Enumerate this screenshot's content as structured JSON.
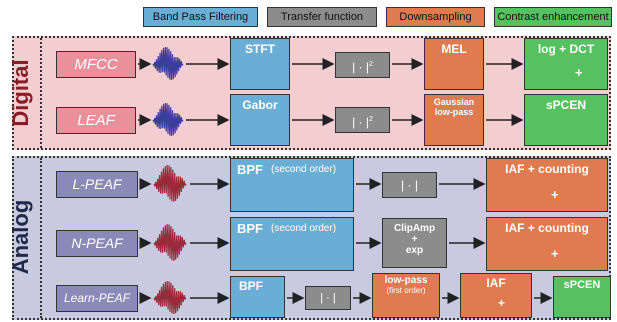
{
  "legend": {
    "band_pass": "Band Pass Filtering",
    "transfer": "Transfer function",
    "downsampling": "Downsampling",
    "contrast": "Contrast enhancement"
  },
  "sections": {
    "digital": "Digital",
    "analog": "Analog"
  },
  "colors": {
    "band_pass": "#6aaed6",
    "transfer": "#8c8c8c",
    "downsampling": "#e07b4f",
    "contrast": "#55c160",
    "digital_bg": "#f3cdd0",
    "analog_bg": "#c9c9e0",
    "method_digital": "#e8919a",
    "method_analog": "#8a8ab8"
  },
  "rows": {
    "mfcc": {
      "method": "MFCC",
      "b1": "STFT",
      "b2": "| · |",
      "b2_sup": "2",
      "b3": "MEL",
      "b4": "log + DCT",
      "b4_plus": "+"
    },
    "leaf": {
      "method": "LEAF",
      "b1": "Gabor",
      "b2": "| · |",
      "b2_sup": "2",
      "b3_line1": "Gaussian",
      "b3_line2": "low-pass",
      "b4": "sPCEN"
    },
    "lpeaf": {
      "method": "L-PEAF",
      "b1": "BPF",
      "b1_sub": "(second order)",
      "b2": "| · |",
      "b3": "IAF + counting",
      "b3_plus": "+"
    },
    "npeaf": {
      "method": "N-PEAF",
      "b1": "BPF",
      "b1_sub": "(second order)",
      "b2_line1": "ClipAmp",
      "b2_line2": "+",
      "b2_line3": "exp",
      "b3": "IAF + counting",
      "b3_plus": "+"
    },
    "learn": {
      "method": "Learn-PEAF",
      "b1": "BPF",
      "b2": "| · |",
      "b3": "low-pass",
      "b3_sub": "(first order)",
      "b4": "IAF",
      "b4_plus": "+",
      "b5": "sPCEN"
    }
  }
}
